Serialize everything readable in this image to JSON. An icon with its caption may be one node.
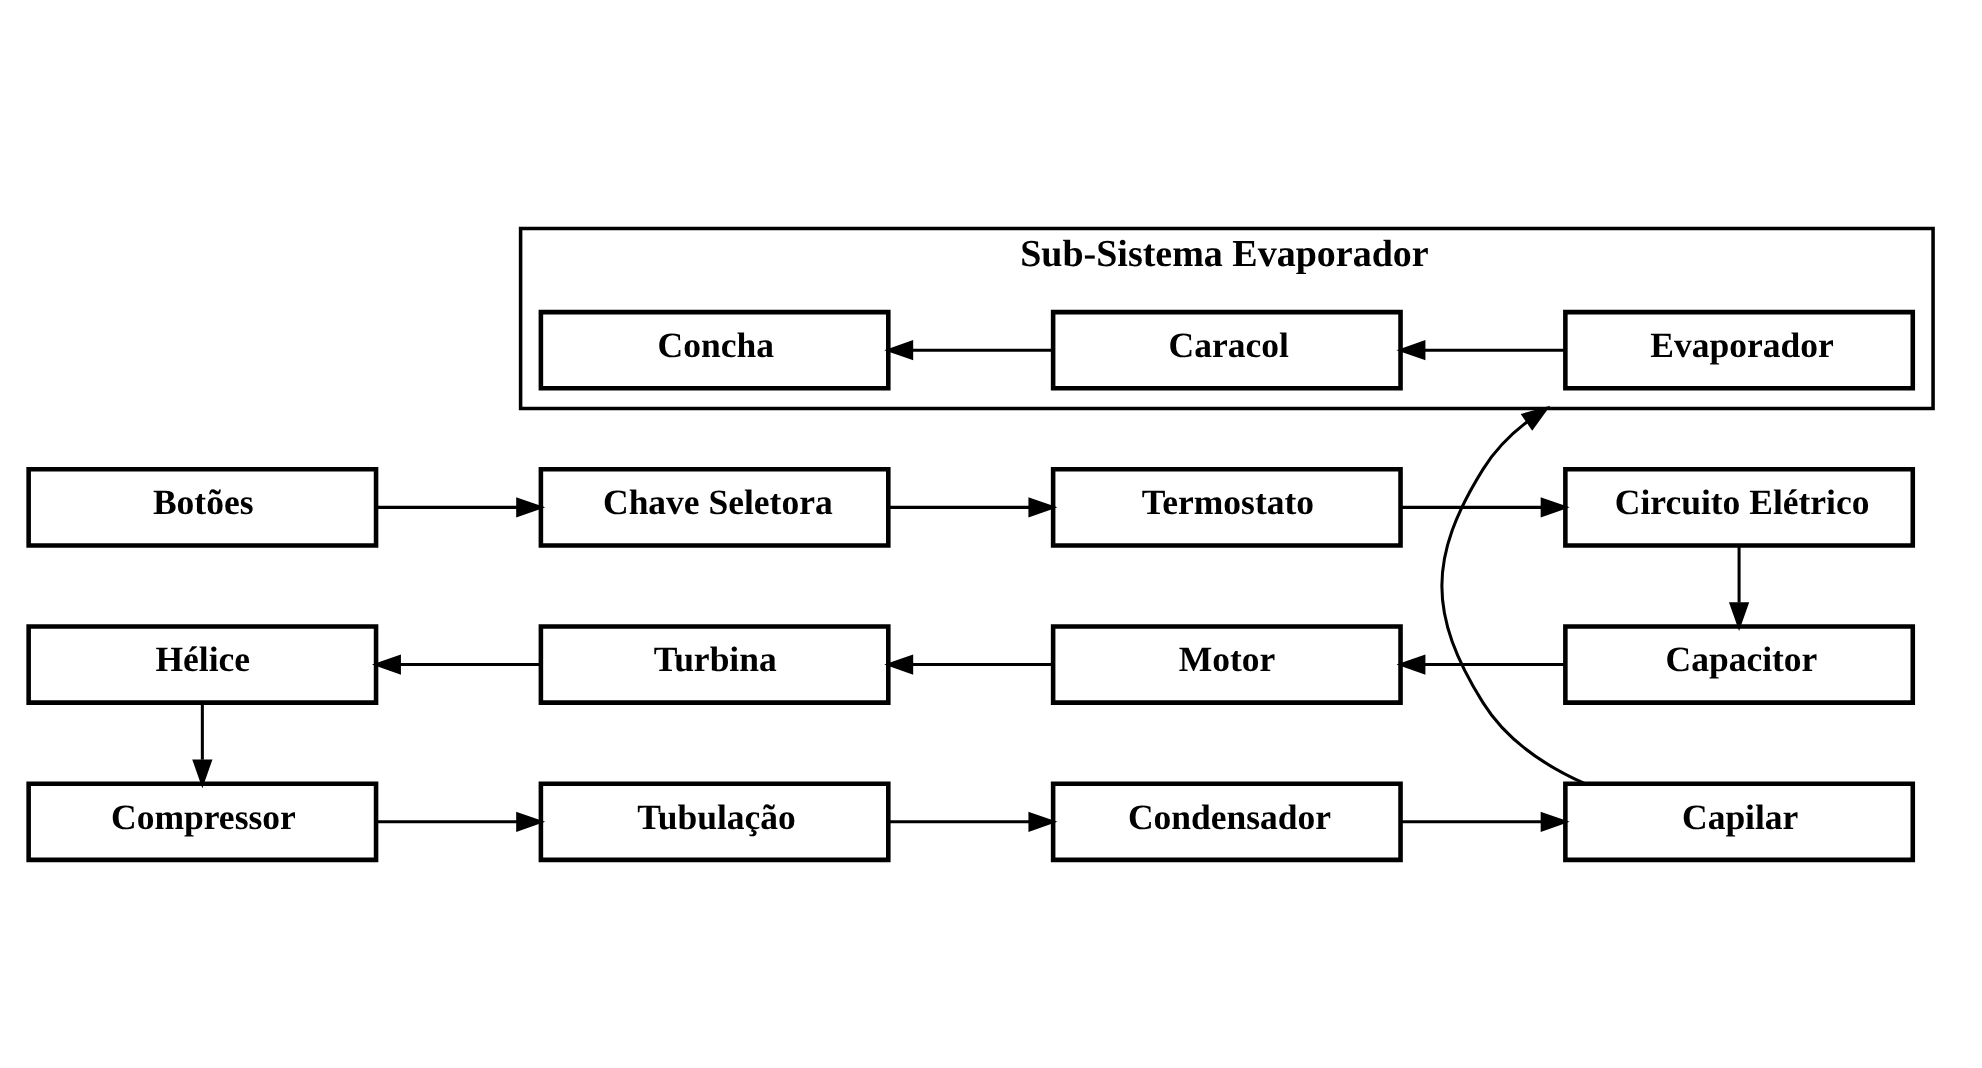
{
  "diagram": {
    "nodes": [
      {
        "text": [
          "Botões"
        ]
      },
      {
        "text": [
          "Chave Seletora"
        ]
      },
      {
        "text": [
          "Termostato"
        ]
      },
      {
        "text": [
          "Circuito Elétrico"
        ]
      },
      {
        "text": [
          "Hélice"
        ]
      },
      {
        "text": [
          "Turbina"
        ]
      },
      {
        "text": [
          "Motor"
        ]
      },
      {
        "text": [
          "Capacitor"
        ]
      },
      {
        "text": [
          "Compressor"
        ]
      },
      {
        "text": [
          "Tubulação"
        ]
      },
      {
        "text": [
          "Condensador"
        ]
      },
      {
        "text": [
          "Capilar"
        ]
      },
      {
        "text": [
          "Sub-Sistema Evaporador"
        ]
      },
      {
        "text": [
          "Concha"
        ],
        "in": 12
      },
      {
        "text": [
          "Caracol"
        ],
        "in": 12
      },
      {
        "text": [
          "Evaporador"
        ],
        "in": 12
      }
    ],
    "edges": [
      {
        "from": 0,
        "to": 1,
        "arrow": "to"
      },
      {
        "from": 1,
        "to": 2,
        "arrow": "to"
      },
      {
        "from": 2,
        "to": 3,
        "arrow": "to"
      },
      {
        "from": 3,
        "to": 7,
        "arrow": "to"
      },
      {
        "from": 7,
        "to": 6,
        "arrow": "to"
      },
      {
        "from": 6,
        "to": 5,
        "arrow": "to"
      },
      {
        "from": 5,
        "to": 4,
        "arrow": "to"
      },
      {
        "from": 4,
        "to": 8,
        "arrow": "to"
      },
      {
        "from": 8,
        "to": 9,
        "arrow": "to"
      },
      {
        "from": 9,
        "to": 10,
        "arrow": "to"
      },
      {
        "from": 10,
        "to": 11,
        "arrow": "to"
      },
      {
        "from": 11,
        "to": 12,
        "arrow": "to"
      },
      {
        "from": 15,
        "to": 14,
        "arrow": "to"
      },
      {
        "from": 14,
        "to": 13,
        "arrow": "to"
      }
    ]
  }
}
